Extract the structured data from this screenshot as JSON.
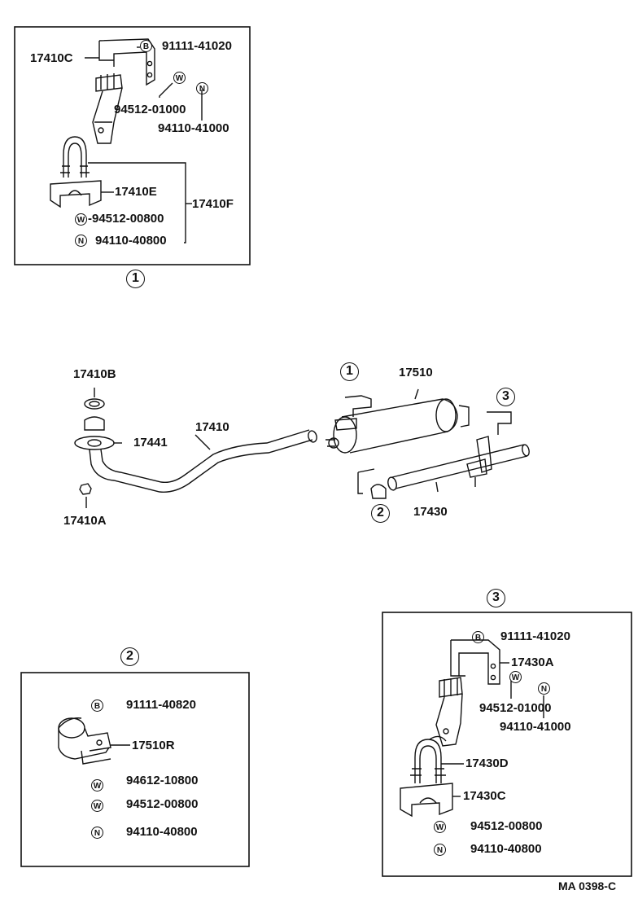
{
  "colors": {
    "ink": "#111111",
    "paper": "#ffffff"
  },
  "sub1": {
    "index": "1",
    "parts": {
      "p17410C": "17410C",
      "p91111_41020": "91111-41020",
      "p94512_01000": "94512-01000",
      "p94110_41000": "94110-41000",
      "p17410E": "17410E",
      "p17410F": "17410F",
      "p94512_00800": "-94512-00800",
      "p94110_40800": "94110-40800"
    },
    "symbols": {
      "B": "B",
      "W": "W",
      "N": "N"
    }
  },
  "main": {
    "parts": {
      "p17410B": "17410B",
      "p17441": "17441",
      "p17410": "17410",
      "p17410A": "17410A",
      "p17510": "17510",
      "p17430": "17430"
    },
    "callouts": {
      "c1": "1",
      "c2": "2",
      "c3": "3"
    }
  },
  "sub2": {
    "index": "2",
    "parts": {
      "p91111_40820": "91111-40820",
      "p17510R": "17510R",
      "p94612_10800": "94612-10800",
      "p94512_00800": "94512-00800",
      "p94110_40800": "94110-40800"
    }
  },
  "sub3": {
    "index": "3",
    "parts": {
      "p91111_41020": "91111-41020",
      "p17430A": "17430A",
      "p94512_01000": "94512-01000",
      "p94110_41000": "94110-41000",
      "p17430D": "17430D",
      "p17430C": "17430C",
      "p94512_00800": "94512-00800",
      "p94110_40800": "94110-40800"
    }
  },
  "footer": {
    "code": "MA 0398-C"
  }
}
